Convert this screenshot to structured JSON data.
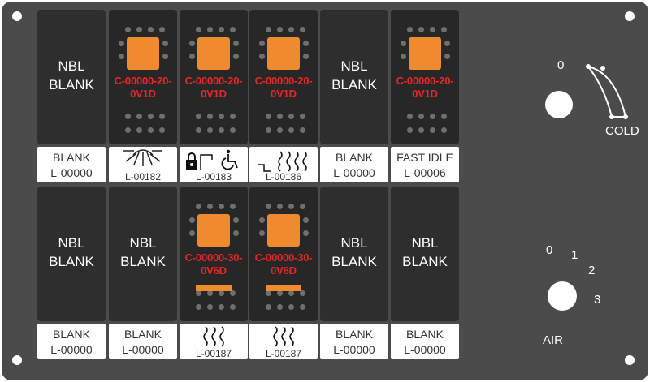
{
  "colors": {
    "panel": "#4b4b4b",
    "switch_body": "#2e2e2e",
    "led_orange": "#f08a2e",
    "code_red": "#e8262a",
    "label_bg": "#ffffff"
  },
  "top_row": [
    {
      "type": "blank",
      "line1": "NBL",
      "line2": "BLANK",
      "label": {
        "line1": "BLANK",
        "line2": "L-00000"
      }
    },
    {
      "type": "lit",
      "code1": "C-00000-20-",
      "code2": "0V1D",
      "label": {
        "icon": "sun-icon",
        "code": "L-00182"
      }
    },
    {
      "type": "lit",
      "code1": "C-00000-20-",
      "code2": "0V1D",
      "label": {
        "icon": "lock-accessibility-icon",
        "code": "L-00183"
      }
    },
    {
      "type": "lit",
      "code1": "C-00000-20-",
      "code2": "0V1D",
      "label": {
        "icon": "step-heat-icon",
        "code": "L-00186"
      }
    },
    {
      "type": "blank",
      "line1": "NBL",
      "line2": "BLANK",
      "label": {
        "line1": "BLANK",
        "line2": "L-00000"
      }
    },
    {
      "type": "lit",
      "code1": "C-00000-20-",
      "code2": "0V1D",
      "label": {
        "line1": "FAST IDLE",
        "line2": "L-00006"
      }
    }
  ],
  "bottom_row": [
    {
      "type": "blank",
      "line1": "NBL",
      "line2": "BLANK",
      "label": {
        "line1": "BLANK",
        "line2": "L-00000"
      }
    },
    {
      "type": "blank",
      "line1": "NBL",
      "line2": "BLANK",
      "label": {
        "line1": "BLANK",
        "line2": "L-00000"
      }
    },
    {
      "type": "lit",
      "code1": "C-00000-30-",
      "code2": "0V6D",
      "bar": true,
      "label": {
        "icon": "heat-icon",
        "code": "L-00187"
      }
    },
    {
      "type": "lit",
      "code1": "C-00000-30-",
      "code2": "0V6D",
      "bar": true,
      "label": {
        "icon": "heat-icon",
        "code": "L-00187"
      }
    },
    {
      "type": "blank",
      "line1": "NBL",
      "line2": "BLANK",
      "label": {
        "line1": "BLANK",
        "line2": "L-00000"
      }
    },
    {
      "type": "blank",
      "line1": "NBL",
      "line2": "BLANK",
      "label": {
        "line1": "BLANK",
        "line2": "L-00000"
      }
    }
  ],
  "temp_knob": {
    "zero": "0",
    "label": "COLD"
  },
  "air_knob": {
    "positions": [
      "0",
      "1",
      "2",
      "3"
    ],
    "label": "AIR"
  }
}
